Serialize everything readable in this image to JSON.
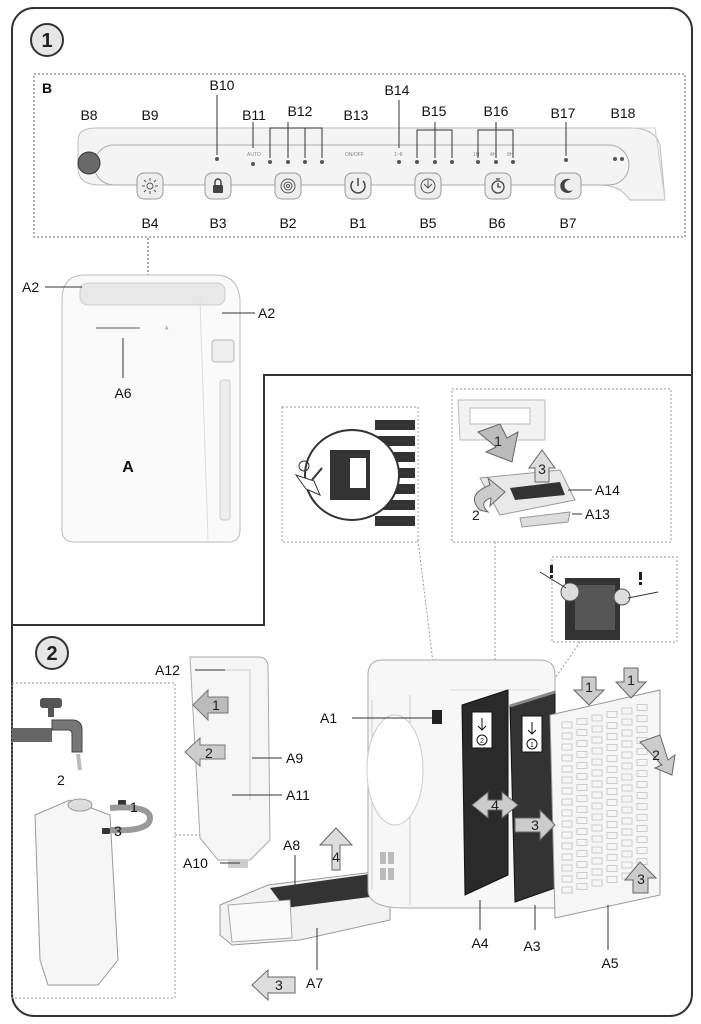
{
  "section1": {
    "number": "1",
    "panel_label": "B",
    "top_labels": [
      "B8",
      "B9",
      "B10",
      "B11",
      "B12",
      "B13",
      "B14",
      "B15",
      "B16",
      "B17",
      "B18"
    ],
    "bottom_labels": [
      "B4",
      "B3",
      "B2",
      "B1",
      "B5",
      "B6",
      "B7"
    ],
    "panel_small_text": [
      "AUTO",
      "ON/OFF",
      "1~8",
      "1H",
      "4H",
      "8H"
    ],
    "unit_label": "A",
    "unit_side_labels": [
      "A2",
      "A2",
      "A6"
    ]
  },
  "inset": {
    "labels": [
      "A14",
      "A13"
    ],
    "steps": [
      "1",
      "2",
      "3"
    ]
  },
  "section2": {
    "number": "2",
    "tank_labels": [
      "A12",
      "A9",
      "A11",
      "A10"
    ],
    "tray_labels": [
      "A8",
      "A7"
    ],
    "filter_labels": [
      "A1",
      "A4",
      "A3",
      "A5"
    ],
    "tap_step": "2",
    "cap_steps": [
      "1",
      "3"
    ],
    "arrow_steps": {
      "tank_1": "1",
      "tank_2": "2",
      "tray_4": "4",
      "tray_3": "3",
      "f4": "4",
      "f3": "3",
      "a5_1a": "1",
      "a5_1b": "1",
      "a5_2": "2",
      "a5_3": "3"
    },
    "filter_order": [
      "2",
      "1"
    ]
  },
  "icons": [
    "brush-icon",
    "lock-icon",
    "sun-icon",
    "fan-icon",
    "power-icon",
    "timer-icon",
    "moon-icon",
    "tap-icon",
    "exclamation-icon"
  ]
}
